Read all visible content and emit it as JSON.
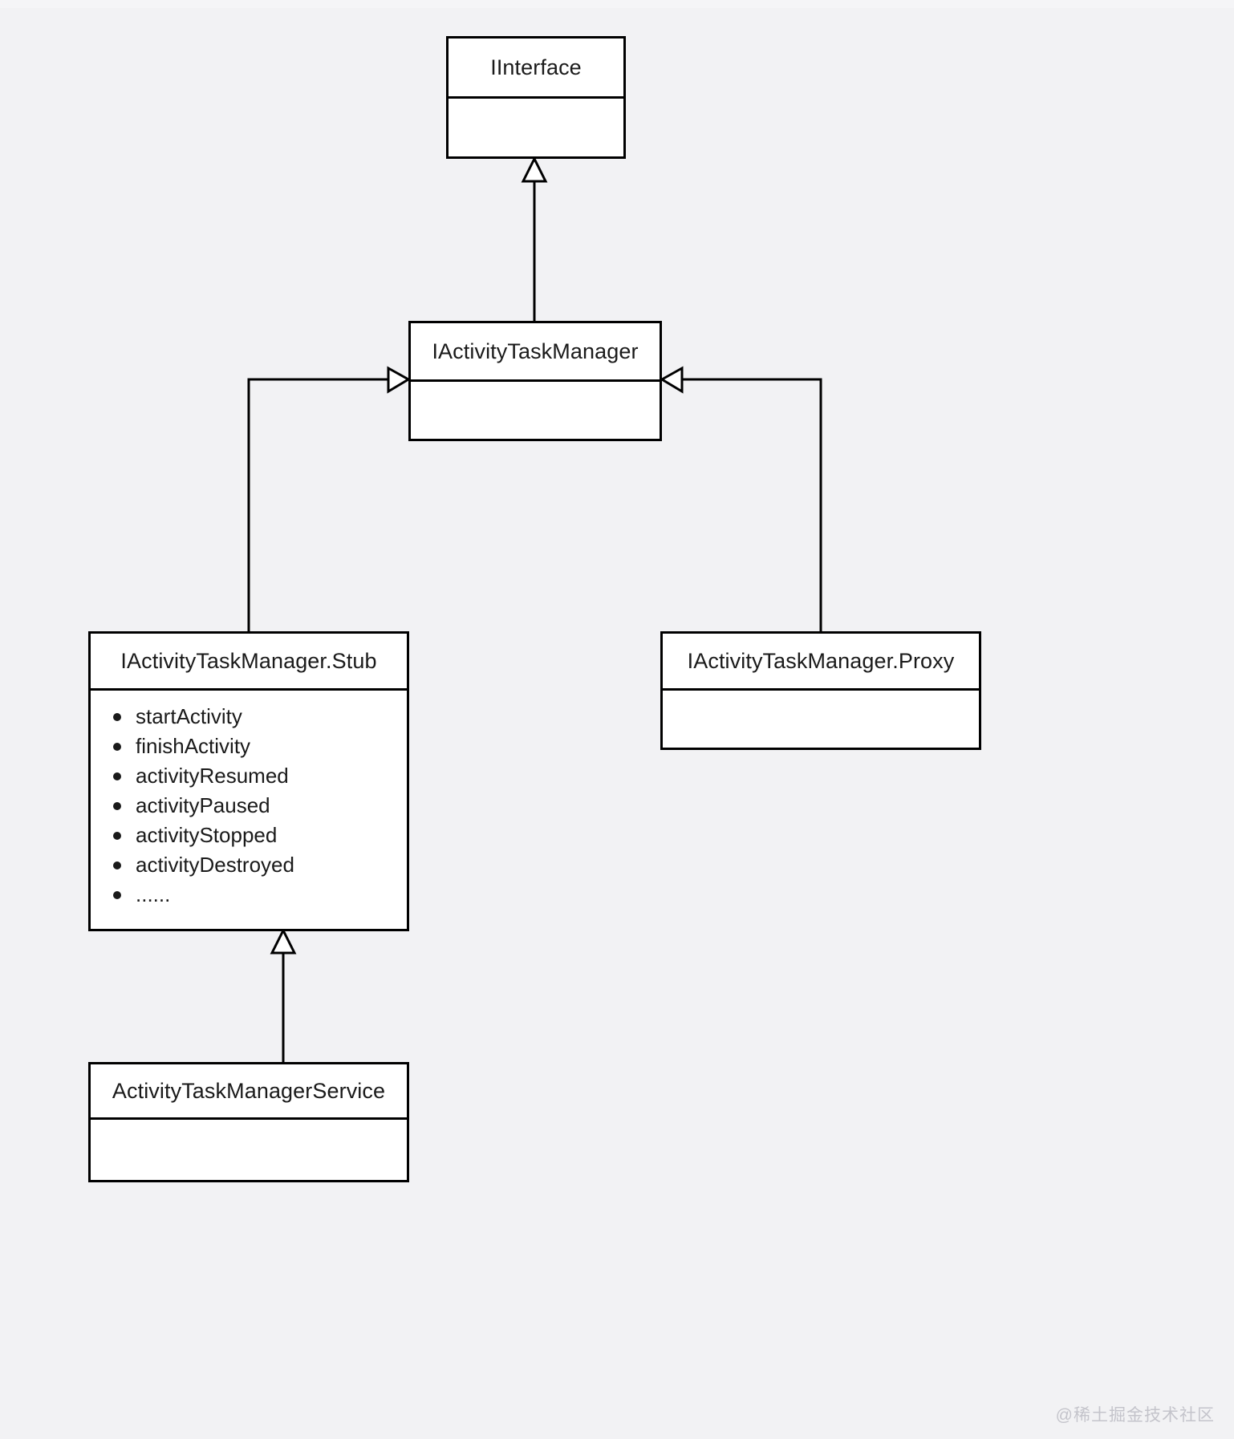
{
  "diagram": {
    "type": "uml-class-diagram",
    "background_color": "#f2f2f4",
    "line_color": "#000000",
    "box_fill": "#ffffff",
    "classes": [
      {
        "id": "iinterface",
        "name": "IInterface",
        "members": []
      },
      {
        "id": "iactivitytaskmanager",
        "name": "IActivityTaskManager",
        "members": []
      },
      {
        "id": "stub",
        "name": "IActivityTaskManager.Stub",
        "members": [
          "startActivity",
          "finishActivity",
          "activityResumed",
          "activityPaused",
          "activityStopped",
          "activityDestroyed",
          "......"
        ]
      },
      {
        "id": "proxy",
        "name": "IActivityTaskManager.Proxy",
        "members": []
      },
      {
        "id": "service",
        "name": "ActivityTaskManagerService",
        "members": []
      }
    ],
    "relations": [
      {
        "from": "iactivitytaskmanager",
        "to": "iinterface",
        "kind": "generalization"
      },
      {
        "from": "stub",
        "to": "iactivitytaskmanager",
        "kind": "realization"
      },
      {
        "from": "proxy",
        "to": "iactivitytaskmanager",
        "kind": "realization"
      },
      {
        "from": "service",
        "to": "stub",
        "kind": "generalization"
      }
    ]
  },
  "watermark": {
    "text": "@稀土掘金技术社区",
    "color": "#c4c4cb"
  }
}
